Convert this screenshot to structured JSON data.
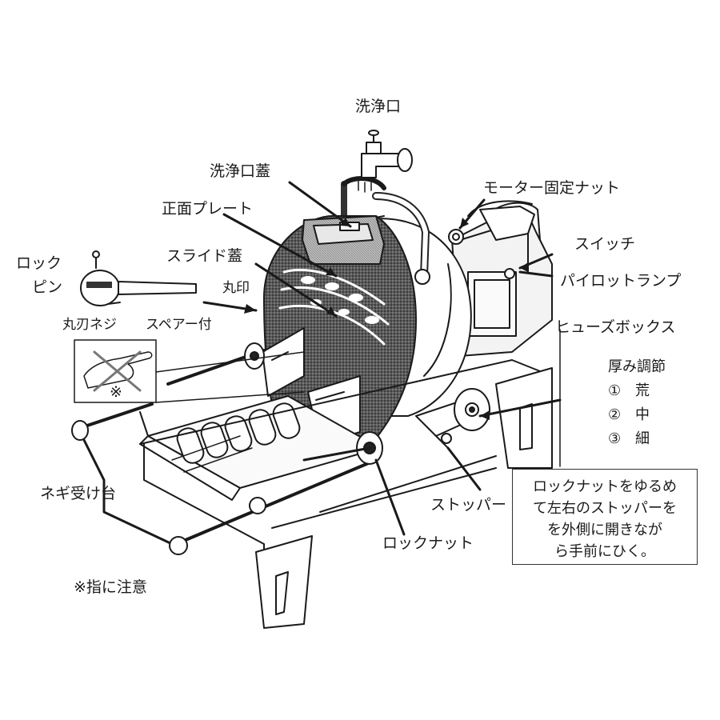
{
  "labels": {
    "cleaning_port": "洗浄口",
    "cleaning_port_lid": "洗浄口蓋",
    "motor_fixing_nut": "モーター固定ナット",
    "front_plate": "正面プレート",
    "slide_lid": "スライド蓋",
    "switch": "スイッチ",
    "pilot_lamp": "パイロットランプ",
    "lock_pin_1": "ロック",
    "lock_pin_2": "ピン",
    "round_mark": "丸印",
    "round_blade_screw": "丸刃ネジ",
    "spare": "スペアー付",
    "fuse_box": "ヒューズボックス",
    "asterisk": "※",
    "onion_tray": "ネギ受け台",
    "stopper": "ストッパー",
    "lock_nut": "ロックナット",
    "finger_caution": "※指に注意"
  },
  "thickness": {
    "title": "厚み調節",
    "items": [
      {
        "num": "①",
        "text": "荒"
      },
      {
        "num": "②",
        "text": "中"
      },
      {
        "num": "③",
        "text": "細"
      }
    ]
  },
  "note": {
    "lines": [
      "ロックナットをゆるめ",
      "て左右のストッパーを",
      "を外側に開きなが",
      "ら手前にひく。"
    ]
  }
}
